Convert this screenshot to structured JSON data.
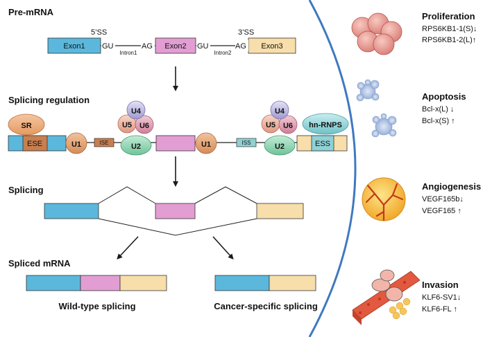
{
  "sections": {
    "premrna": "Pre-mRNA",
    "regulation": "Splicing regulation",
    "splicing": "Splicing",
    "spliced": "Spliced mRNA"
  },
  "premrna": {
    "exon1": "Exon1",
    "exon2": "Exon2",
    "exon3": "Exon3",
    "ss5": "5’SS",
    "ss3": "3’SS",
    "gu1": "GU",
    "ag1": "AG",
    "gu2": "GU",
    "ag2": "AG",
    "intron1": "Intron1",
    "intron2": "Intron2"
  },
  "regulation": {
    "sr": "SR",
    "ese": "ESE",
    "u1_left": "U1",
    "ise": "ISE",
    "u4_left": "U4",
    "u5_left": "U5",
    "u6_left": "U6",
    "u2_left": "U2",
    "u1_right": "U1",
    "iss": "ISS",
    "u4_right": "U4",
    "u5_right": "U5",
    "u6_right": "U6",
    "u2_right": "U2",
    "hnrnps": "hn-RNPS",
    "ess": "ESS"
  },
  "outcomes": {
    "wild": "Wild-type splicing",
    "cancer": "Cancer-specific splicing"
  },
  "phenotypes": {
    "proliferation": {
      "title": "Proliferation",
      "line1": "RPS6KB1-1(S)↓",
      "line2": "RPS6KB1-2(L)↑"
    },
    "apoptosis": {
      "title": "Apoptosis",
      "line1": "Bcl-x(L) ↓",
      "line2": "Bcl-x(S) ↑"
    },
    "angiogenesis": {
      "title": "Angiogenesis",
      "line1": "VEGF165b↓",
      "line2": "VEGF165   ↑"
    },
    "invasion": {
      "title": "Invasion",
      "line1": "KLF6-SV1↓",
      "line2": "KLF6-FL   ↑"
    }
  },
  "colors": {
    "exon1": "#5bb8dc",
    "exon2": "#e29ed3",
    "exon3": "#f7deaa",
    "u1": "#e7a574",
    "u2": "#9ad7b9",
    "u4": "#c6c3e6",
    "u5": "#efb7a5",
    "u6": "#e4a2b6",
    "hnrnps": "#8fd1d5",
    "cell_border": "#3f79bf"
  }
}
